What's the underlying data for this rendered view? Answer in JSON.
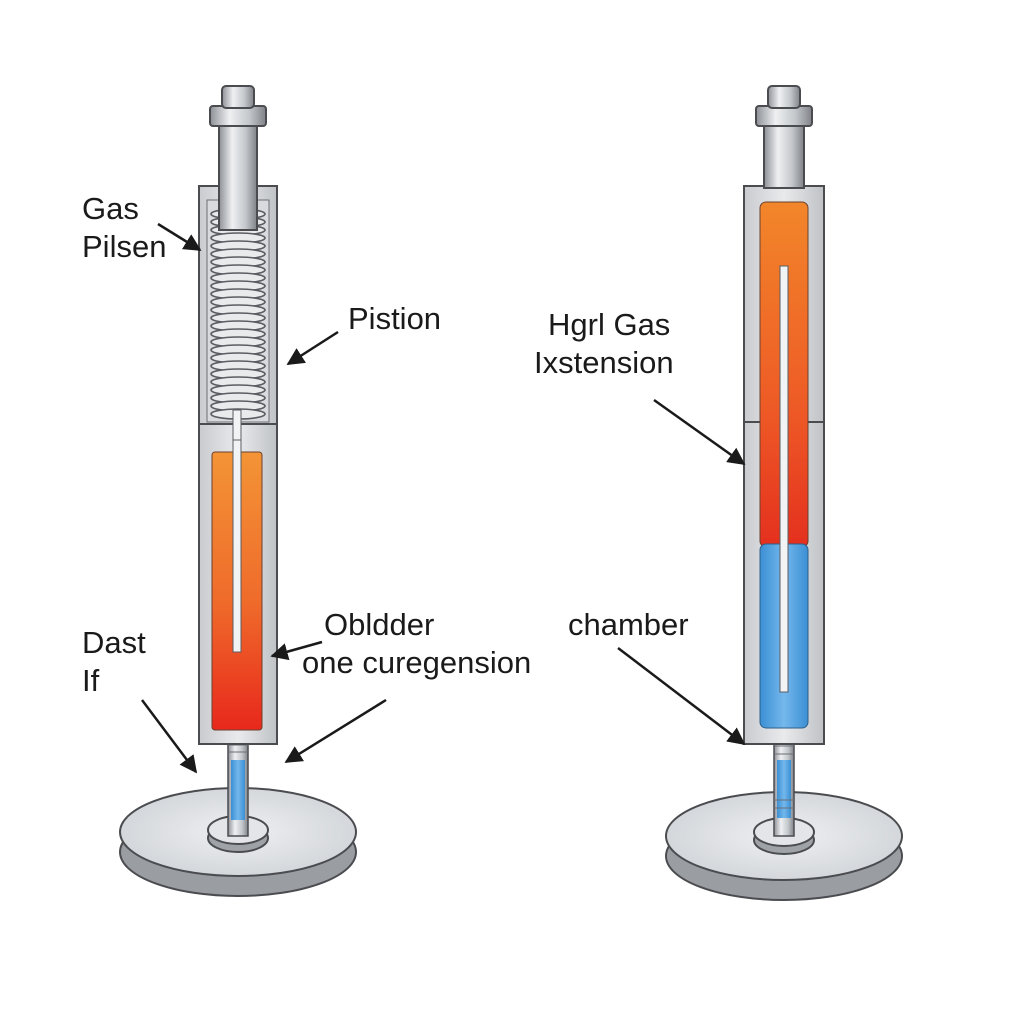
{
  "colors": {
    "metal_light": "#e6e7ea",
    "metal_mid": "#b9bcc1",
    "metal_dark": "#7d8086",
    "outline": "#4a4c50",
    "gas_orange": "#f08a2a",
    "gas_red": "#e8321e",
    "fluid_blue": "#4a9fe0",
    "arrow": "#1a1a1a"
  },
  "left_strut": {
    "labels": {
      "gas_pilsen": [
        "Gas",
        "Pilsen"
      ],
      "pistion": "Pistion",
      "dast_if": [
        "Dast",
        "If"
      ],
      "obldder": [
        "Obldder",
        "one curegension"
      ]
    }
  },
  "right_strut": {
    "labels": {
      "hgrl_gas": [
        "Hgrl Gas",
        "Ixstension"
      ],
      "chamber": "chamber"
    }
  }
}
